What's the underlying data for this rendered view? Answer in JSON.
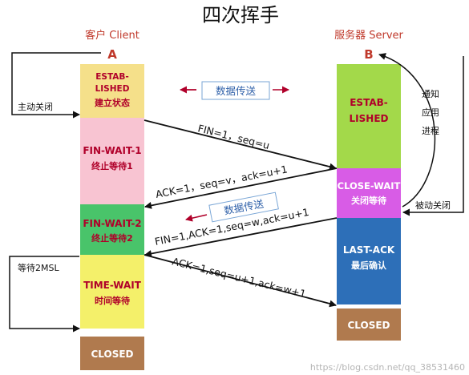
{
  "title": "四次挥手",
  "client": {
    "title": "客户 Client",
    "letter": "A"
  },
  "server": {
    "title": "服务器 Server",
    "letter": "B"
  },
  "client_states": [
    {
      "l1": "ESTAB-",
      "l2": "LISHED",
      "l3": "建立状态",
      "color": "#f5e08a"
    },
    {
      "l1": "FIN-WAIT-1",
      "l2": "终止等待1",
      "color": "#f8c4d2"
    },
    {
      "l1": "FIN-WAIT-2",
      "l2": "终止等待2",
      "color": "#49c46a"
    },
    {
      "l1": "TIME-WAIT",
      "l2": "时间等待",
      "color": "#f4f06a"
    },
    {
      "l1": "CLOSED",
      "color": "#b07a4e"
    }
  ],
  "server_states": [
    {
      "l1": "ESTAB-",
      "l2": "LISHED",
      "color": "#a3d94a"
    },
    {
      "l1": "CLOSE-WAIT",
      "l2": "关闭等待",
      "color": "#d85ce6"
    },
    {
      "l1": "LAST-ACK",
      "l2": "最后确认",
      "color": "#2d6fb8"
    },
    {
      "l1": "CLOSED",
      "color": "#b07a4e"
    }
  ],
  "messages": {
    "fin1": "FIN=1，seq=u",
    "ack1": "ACK=1，seq=v，ack=u+1",
    "fin2": "FIN=1,ACK=1,seq=w,ack=u+1",
    "ack2": "ACK=1,seq=u+1,ack=w+1"
  },
  "data_transfer": "数据传送",
  "labels": {
    "active_close": "主动关闭",
    "passive_close": "被动关闭",
    "notify_app_1": "通知",
    "notify_app_2": "应用",
    "notify_app_3": "进程",
    "wait_2msl": "等待2MSL"
  },
  "watermark": "https://blog.csdn.net/qq_38531460"
}
